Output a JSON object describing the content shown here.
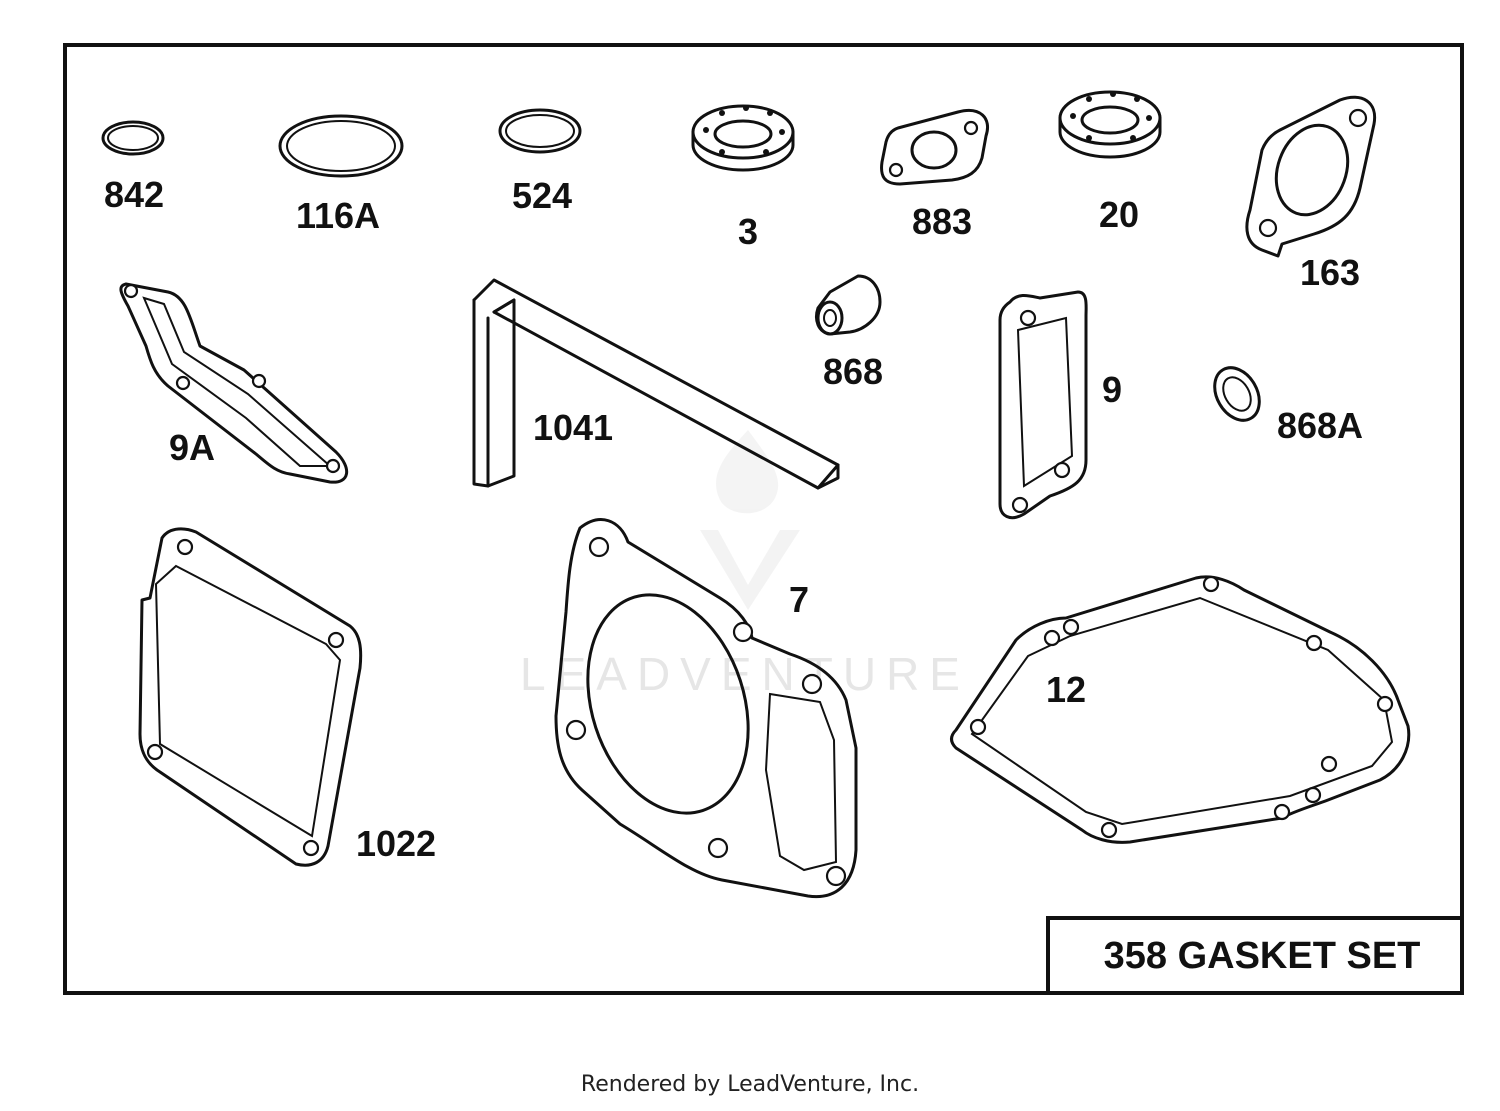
{
  "diagram": {
    "box_label": "358 GASKET SET",
    "watermark": "LEADVENTURE",
    "parts": [
      {
        "id": "842"
      },
      {
        "id": "116A"
      },
      {
        "id": "524"
      },
      {
        "id": "3"
      },
      {
        "id": "883"
      },
      {
        "id": "20"
      },
      {
        "id": "163"
      },
      {
        "id": "9A"
      },
      {
        "id": "1041"
      },
      {
        "id": "868"
      },
      {
        "id": "9"
      },
      {
        "id": "868A"
      },
      {
        "id": "1022"
      },
      {
        "id": "7"
      },
      {
        "id": "12"
      }
    ]
  },
  "footer": {
    "text": "Rendered by LeadVenture, Inc."
  }
}
